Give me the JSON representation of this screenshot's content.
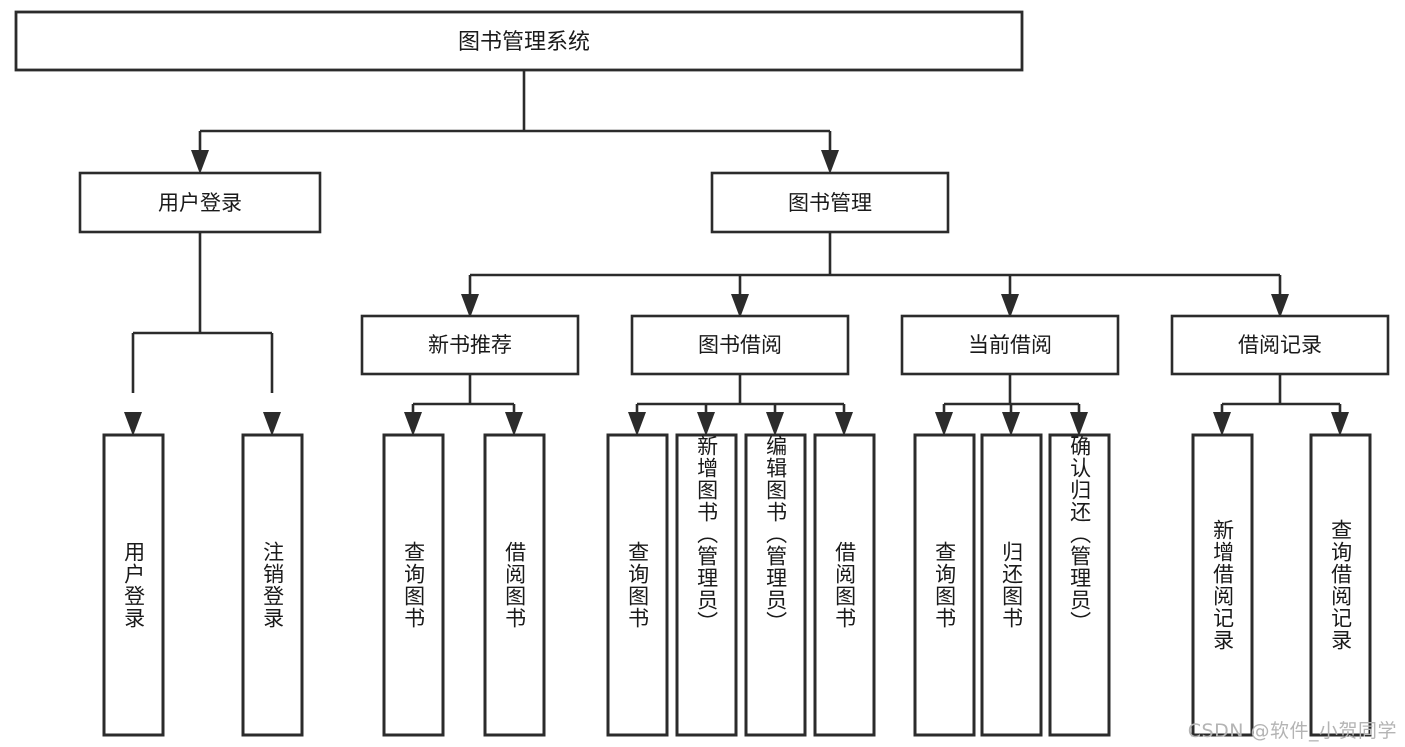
{
  "diagram": {
    "type": "tree",
    "title": "图书管理系统",
    "root": {
      "label": "图书管理系统"
    },
    "level1": [
      {
        "label": "用户登录"
      },
      {
        "label": "图书管理"
      }
    ],
    "level2": [
      {
        "label": "新书推荐"
      },
      {
        "label": "图书借阅"
      },
      {
        "label": "当前借阅"
      },
      {
        "label": "借阅记录"
      }
    ],
    "leaves": {
      "user_login": [
        {
          "label": "用户登录"
        },
        {
          "label": "注销登录"
        }
      ],
      "new_book_recommend": [
        {
          "label": "查询图书"
        },
        {
          "label": "借阅图书"
        }
      ],
      "book_borrow": [
        {
          "label": "查询图书"
        },
        {
          "label": "新增图书（管理员）"
        },
        {
          "label": "编辑图书（管理员）"
        },
        {
          "label": "借阅图书"
        }
      ],
      "current_borrow": [
        {
          "label": "查询图书"
        },
        {
          "label": "归还图书"
        },
        {
          "label": "确认归还（管理员）"
        }
      ],
      "borrow_record": [
        {
          "label": "新增借阅记录"
        },
        {
          "label": "查询借阅记录"
        }
      ]
    },
    "colors": {
      "box_border": "#2b2b2b",
      "box_fill": "#ffffff",
      "text": "#1a1a1a",
      "background": "#ffffff",
      "watermark": "#b4b4b4"
    }
  },
  "watermark": {
    "text": "CSDN @软件_小贺同学"
  }
}
